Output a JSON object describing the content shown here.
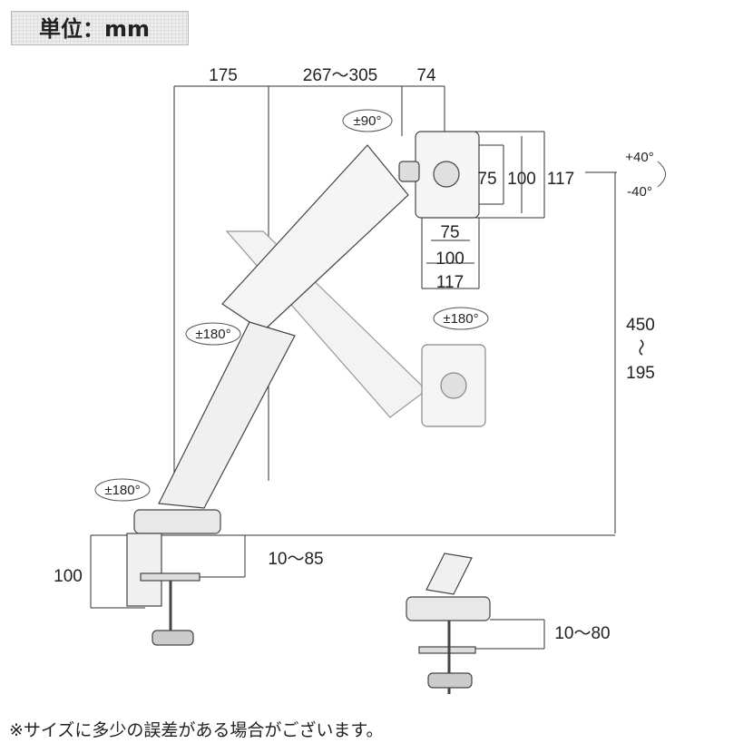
{
  "unit_label": "単位：mm",
  "dimensions": {
    "top_left": "175",
    "top_middle": "267〜305",
    "top_right": "74",
    "vesa_v_75": "75",
    "vesa_v_100": "100",
    "vesa_v_117": "117",
    "vesa_h_75": "75",
    "vesa_h_100": "100",
    "vesa_h_117": "117",
    "height_max": "450",
    "height_sep": "〜",
    "height_min": "195",
    "clamp_height": "100",
    "clamp_range": "10〜85",
    "grommet_range": "10〜80"
  },
  "rotations": {
    "head": "±90°",
    "tilt_up": "+40°",
    "tilt_down": "-40°",
    "elbow": "±180°",
    "second_head": "±180°",
    "base": "±180°"
  },
  "footer_note": "※サイズに多少の誤差がある場合がございます。"
}
